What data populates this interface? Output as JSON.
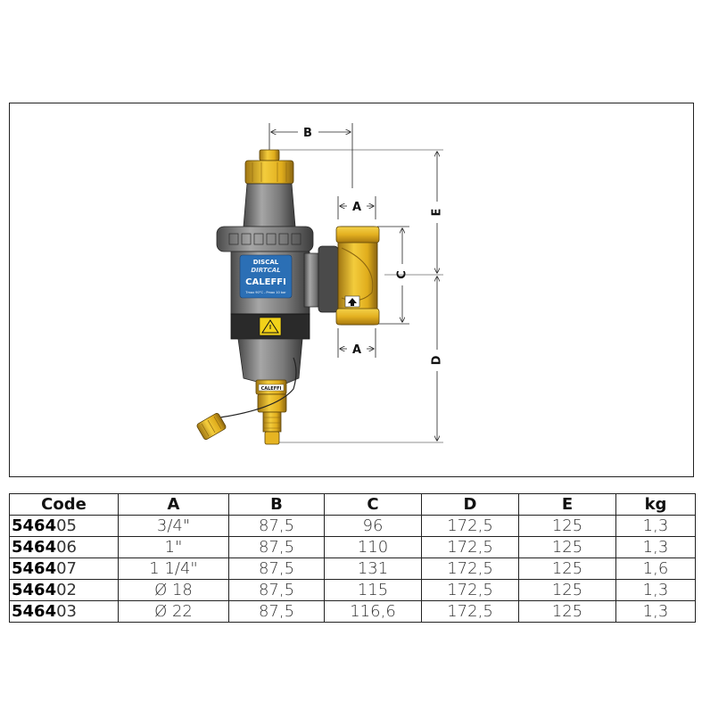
{
  "drawing": {
    "dimension_labels": {
      "b": "B",
      "a_top": "A",
      "a_bottom": "A",
      "c": "C",
      "d": "D",
      "e": "E"
    },
    "product_label": {
      "line1": "DISCAL",
      "line2": "DIRTCAL",
      "brand": "CALEFFI",
      "small_print": "Tmax 90°C - Pmax 10 bar"
    },
    "valve_brand": "CALEFFI"
  },
  "table": {
    "columns": [
      "Code",
      "A",
      "B",
      "C",
      "D",
      "E",
      "kg"
    ],
    "rows": [
      {
        "code_prefix": "5464",
        "code_suffix": "05",
        "a": "3/4\"",
        "b": "87,5",
        "c": "96",
        "d": "172,5",
        "e": "125",
        "kg": "1,3"
      },
      {
        "code_prefix": "5464",
        "code_suffix": "06",
        "a": "1\"",
        "b": "87,5",
        "c": "110",
        "d": "172,5",
        "e": "125",
        "kg": "1,3"
      },
      {
        "code_prefix": "5464",
        "code_suffix": "07",
        "a": "1 1/4\"",
        "b": "87,5",
        "c": "131",
        "d": "172,5",
        "e": "125",
        "kg": "1,6"
      },
      {
        "code_prefix": "5464",
        "code_suffix": "02",
        "a": "Ø 18",
        "b": "87,5",
        "c": "115",
        "d": "172,5",
        "e": "125",
        "kg": "1,3"
      },
      {
        "code_prefix": "5464",
        "code_suffix": "03",
        "a": "Ø 22",
        "b": "87,5",
        "c": "116,6",
        "d": "172,5",
        "e": "125",
        "kg": "1,3"
      }
    ]
  },
  "colors": {
    "brass": "#e6b422",
    "brass_dark": "#9c7410",
    "body_grey": "#7d7d7d",
    "body_dark": "#3a3a3a",
    "label_blue": "#2b6fb5"
  }
}
